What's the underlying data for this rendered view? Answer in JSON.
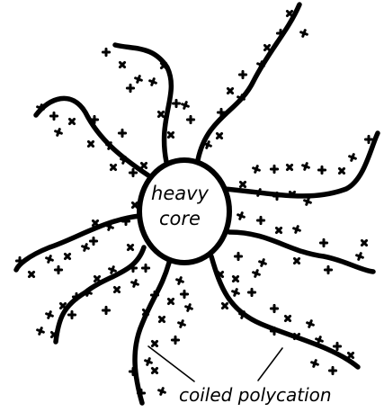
{
  "core_label_line1": "heavy",
  "core_label_line2": "core",
  "arm_label": "coiled polycation",
  "colors": {
    "ink": "#000000",
    "background": "#ffffff"
  },
  "charge_symbol": "plus-sign"
}
